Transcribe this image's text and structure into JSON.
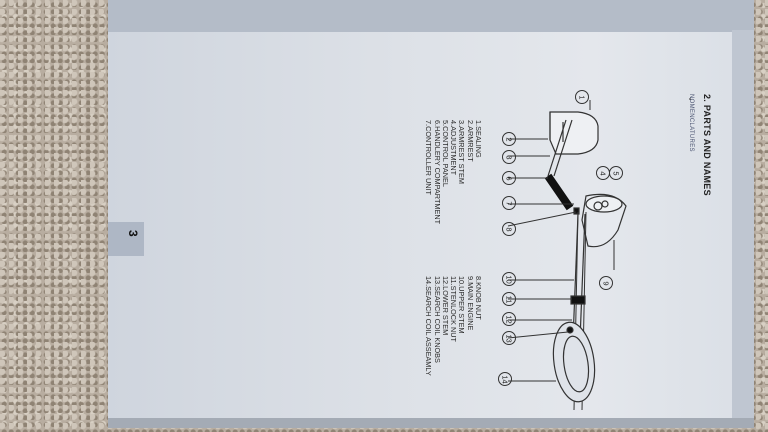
{
  "document": {
    "section_title": "2. PARTS AND NAMES",
    "section_subtitle": "NOMENCLATURES",
    "page_number": "3",
    "parts_left": [
      "1.SEALING",
      "2.ARMREST",
      "3.ARMREST STEM",
      "4.ADJUSTMENT",
      "5.CONTROL PANEL",
      "6.HANDLERY COMPARTMENT",
      "7.CONTROLLER UNIT"
    ],
    "parts_right": [
      "8.KNOB NUT",
      "9.MAIN ENGINE",
      "10.UPPER STEM",
      "11.STENLOCK NUT",
      "12.LOWER STEM",
      "13.SEARCH COIL KNOBS",
      "14.SEARCH COIL ASSEAMLY"
    ],
    "callouts": [
      "1",
      "2",
      "3",
      "6",
      "7",
      "8",
      "4",
      "5",
      "9",
      "10",
      "11",
      "12",
      "13",
      "14"
    ]
  },
  "colors": {
    "page": "#dde1e7",
    "carpet": "#b8ada0",
    "ink": "#222222"
  }
}
